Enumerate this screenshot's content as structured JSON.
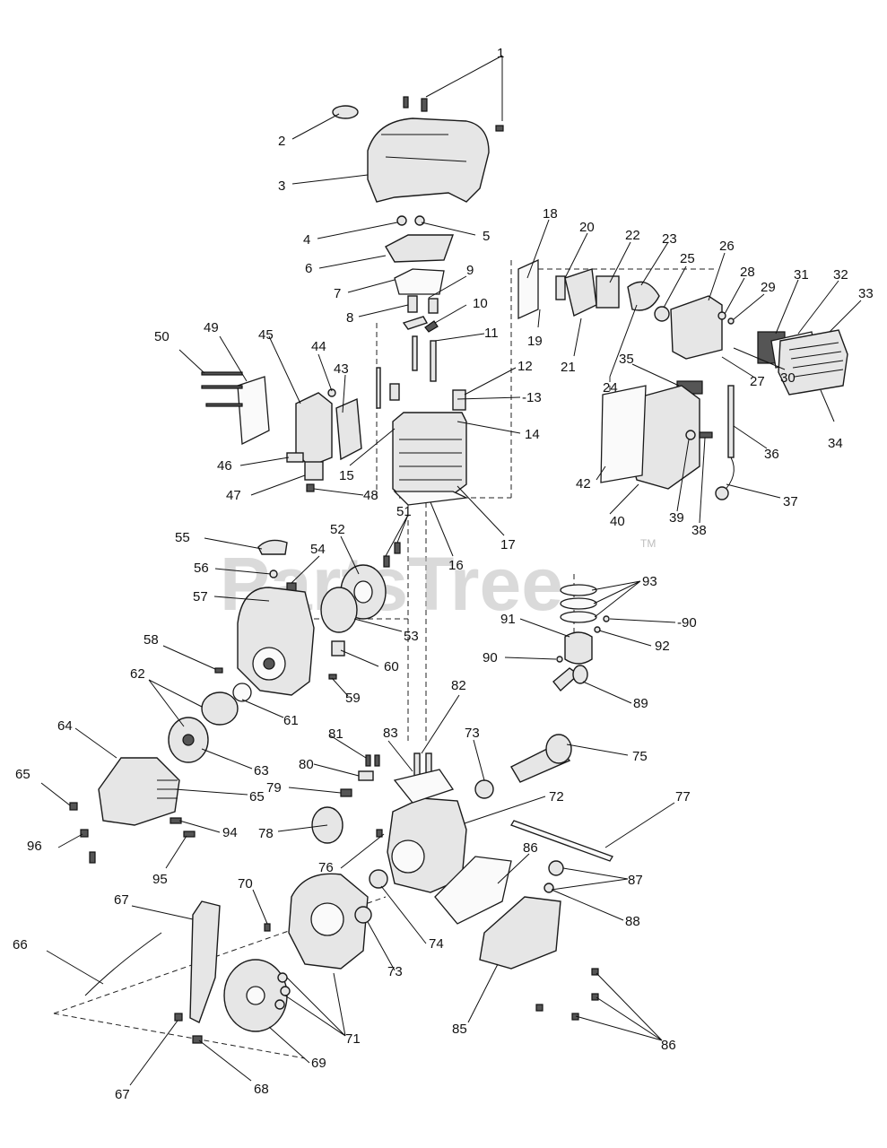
{
  "watermark": {
    "text": "PartsTree",
    "trademark": "TM"
  },
  "colors": {
    "ink": "#111111",
    "watermark": "#bdbdbd",
    "background": "#ffffff"
  },
  "callouts": [
    {
      "id": "c1",
      "text": "1"
    },
    {
      "id": "c2",
      "text": "2"
    },
    {
      "id": "c3",
      "text": "3"
    },
    {
      "id": "c4",
      "text": "4"
    },
    {
      "id": "c5",
      "text": "5"
    },
    {
      "id": "c6",
      "text": "6"
    },
    {
      "id": "c7",
      "text": "7"
    },
    {
      "id": "c8",
      "text": "8"
    },
    {
      "id": "c9",
      "text": "9"
    },
    {
      "id": "c10",
      "text": "10"
    },
    {
      "id": "c11",
      "text": "11"
    },
    {
      "id": "c12",
      "text": "12"
    },
    {
      "id": "c13",
      "text": "-13"
    },
    {
      "id": "c14",
      "text": "14"
    },
    {
      "id": "c15",
      "text": "15"
    },
    {
      "id": "c16",
      "text": "16"
    },
    {
      "id": "c17",
      "text": "17"
    },
    {
      "id": "c18",
      "text": "18"
    },
    {
      "id": "c19",
      "text": "19"
    },
    {
      "id": "c20",
      "text": "20"
    },
    {
      "id": "c21",
      "text": "21"
    },
    {
      "id": "c22",
      "text": "22"
    },
    {
      "id": "c23",
      "text": "23"
    },
    {
      "id": "c24",
      "text": "24"
    },
    {
      "id": "c25",
      "text": "25"
    },
    {
      "id": "c26",
      "text": "26"
    },
    {
      "id": "c27",
      "text": "27"
    },
    {
      "id": "c28",
      "text": "28"
    },
    {
      "id": "c29",
      "text": "29"
    },
    {
      "id": "c30",
      "text": "30"
    },
    {
      "id": "c31",
      "text": "31"
    },
    {
      "id": "c32",
      "text": "32"
    },
    {
      "id": "c33",
      "text": "33"
    },
    {
      "id": "c34",
      "text": "34"
    },
    {
      "id": "c35",
      "text": "35"
    },
    {
      "id": "c36",
      "text": "36"
    },
    {
      "id": "c37",
      "text": "37"
    },
    {
      "id": "c38",
      "text": "38"
    },
    {
      "id": "c39",
      "text": "39"
    },
    {
      "id": "c40",
      "text": "40"
    },
    {
      "id": "c42",
      "text": "42"
    },
    {
      "id": "c43",
      "text": "43"
    },
    {
      "id": "c44",
      "text": "44"
    },
    {
      "id": "c45",
      "text": "45"
    },
    {
      "id": "c46",
      "text": "46"
    },
    {
      "id": "c47",
      "text": "47"
    },
    {
      "id": "c48",
      "text": "48"
    },
    {
      "id": "c49",
      "text": "49"
    },
    {
      "id": "c50",
      "text": "50"
    },
    {
      "id": "c51",
      "text": "51"
    },
    {
      "id": "c52",
      "text": "52"
    },
    {
      "id": "c53",
      "text": "53"
    },
    {
      "id": "c54",
      "text": "54"
    },
    {
      "id": "c55",
      "text": "55"
    },
    {
      "id": "c56",
      "text": "56"
    },
    {
      "id": "c57",
      "text": "57"
    },
    {
      "id": "c58",
      "text": "58"
    },
    {
      "id": "c59",
      "text": "59"
    },
    {
      "id": "c60",
      "text": "60"
    },
    {
      "id": "c61",
      "text": "61"
    },
    {
      "id": "c62",
      "text": "62"
    },
    {
      "id": "c63",
      "text": "63"
    },
    {
      "id": "c64",
      "text": "64"
    },
    {
      "id": "c65a",
      "text": "65"
    },
    {
      "id": "c65b",
      "text": "65"
    },
    {
      "id": "c66",
      "text": "66"
    },
    {
      "id": "c67a",
      "text": "67"
    },
    {
      "id": "c67b",
      "text": "67"
    },
    {
      "id": "c68",
      "text": "68"
    },
    {
      "id": "c69",
      "text": "69"
    },
    {
      "id": "c70",
      "text": "70"
    },
    {
      "id": "c71",
      "text": "71"
    },
    {
      "id": "c72",
      "text": "72"
    },
    {
      "id": "c73a",
      "text": "73"
    },
    {
      "id": "c73b",
      "text": "73"
    },
    {
      "id": "c74",
      "text": "74"
    },
    {
      "id": "c75",
      "text": "75"
    },
    {
      "id": "c76",
      "text": "76"
    },
    {
      "id": "c77",
      "text": "77"
    },
    {
      "id": "c78",
      "text": "78"
    },
    {
      "id": "c79",
      "text": "79"
    },
    {
      "id": "c80",
      "text": "80"
    },
    {
      "id": "c81",
      "text": "81"
    },
    {
      "id": "c82",
      "text": "82"
    },
    {
      "id": "c83",
      "text": "83"
    },
    {
      "id": "c85",
      "text": "85"
    },
    {
      "id": "c86a",
      "text": "86"
    },
    {
      "id": "c86b",
      "text": "86"
    },
    {
      "id": "c87",
      "text": "87"
    },
    {
      "id": "c88",
      "text": "88"
    },
    {
      "id": "c89",
      "text": "89"
    },
    {
      "id": "c90a",
      "text": "90"
    },
    {
      "id": "c90b",
      "text": "-90"
    },
    {
      "id": "c91",
      "text": "91"
    },
    {
      "id": "c92",
      "text": "92"
    },
    {
      "id": "c93",
      "text": "93"
    },
    {
      "id": "c94",
      "text": "94"
    },
    {
      "id": "c95",
      "text": "95"
    },
    {
      "id": "c96",
      "text": "96"
    }
  ]
}
